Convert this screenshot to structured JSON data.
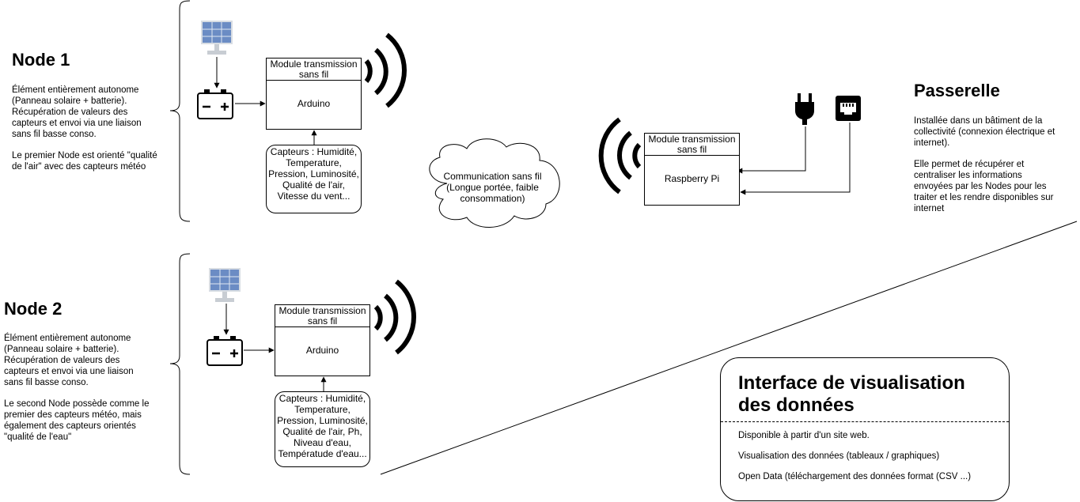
{
  "node1": {
    "title": "Node 1",
    "desc1": "Élément entièrement autonome (Panneau solaire + batterie). Récupération de valeurs des capteurs et envoi via une liaison sans fil basse conso.",
    "desc2": "Le premier Node est orienté \"qualité de l'air\" avec des capteurs météo",
    "module_header": "Module transmission sans fil",
    "module_body": "Arduino",
    "sensors": "Capteurs : Humidité, Temperature, Pression, Luminosité, Qualité de l'air, Vitesse du vent..."
  },
  "node2": {
    "title": "Node 2",
    "desc1": "Élément entièrement autonome (Panneau solaire + batterie). Récupération de valeurs des capteurs et envoi via une liaison sans fil basse conso.",
    "desc2": "Le second Node possède comme le premier des capteurs météo, mais également des capteurs orientés \"qualité de l'eau\"",
    "module_header": "Module transmission sans fil",
    "module_body": "Arduino",
    "sensors": "Capteurs : Humidité, Temperature, Pression, Luminosité, Qualité de l'air, Ph, Niveau d'eau, Températude d'eau..."
  },
  "communication": "Communication sans fil (Longue portée, faible consommation)",
  "gateway": {
    "title": "Passerelle",
    "desc1": "Installée dans un bâtiment de la collectivité (connexion électrique et internet).",
    "desc2": "Elle permet de récupérer et centraliser les informations envoyées par les Nodes pour les traiter et les rendre disponibles sur internet",
    "module_header": "Module transmission sans fil",
    "module_body": "Raspberry Pi"
  },
  "visualization": {
    "title": "Interface de visualisation des données",
    "items": [
      "Disponible à partir d'un site web.",
      "Visualisation des données (tableaux / graphiques)",
      "Open Data (téléchargement des données format (CSV ...)"
    ]
  }
}
